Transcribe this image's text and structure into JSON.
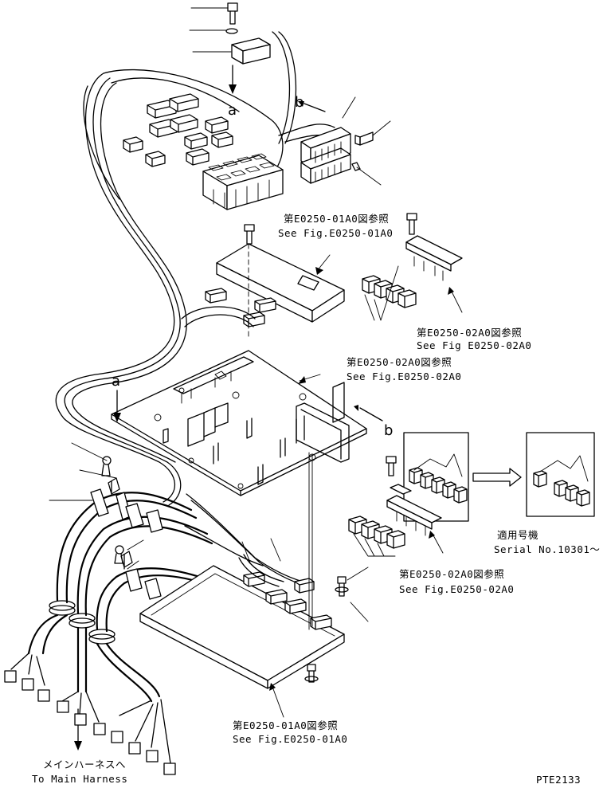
{
  "callouts": {
    "ref_a_top": "a",
    "ref_b_top": "b",
    "ref_a_mid": "a",
    "ref_b_mid": "b"
  },
  "references": [
    {
      "jp": "第E0250-01A0図参照",
      "en": "See Fig.E0250-01A0"
    },
    {
      "jp": "第E0250-02A0図参照",
      "en": "See Fig E0250-02A0"
    },
    {
      "jp": "第E0250-02A0図参照",
      "en": "See Fig.E0250-02A0"
    },
    {
      "jp": "第E0250-02A0図参照",
      "en": "See Fig.E0250-02A0"
    },
    {
      "jp": "第E0250-01A0図参照",
      "en": "See Fig.E0250-01A0"
    }
  ],
  "serial_note": {
    "jp": "適用号機",
    "en": "Serial No.10301～"
  },
  "harness_note": {
    "jp": "メインハーネスへ",
    "en": "To Main Harness"
  },
  "drawing_code": "PTE2133"
}
